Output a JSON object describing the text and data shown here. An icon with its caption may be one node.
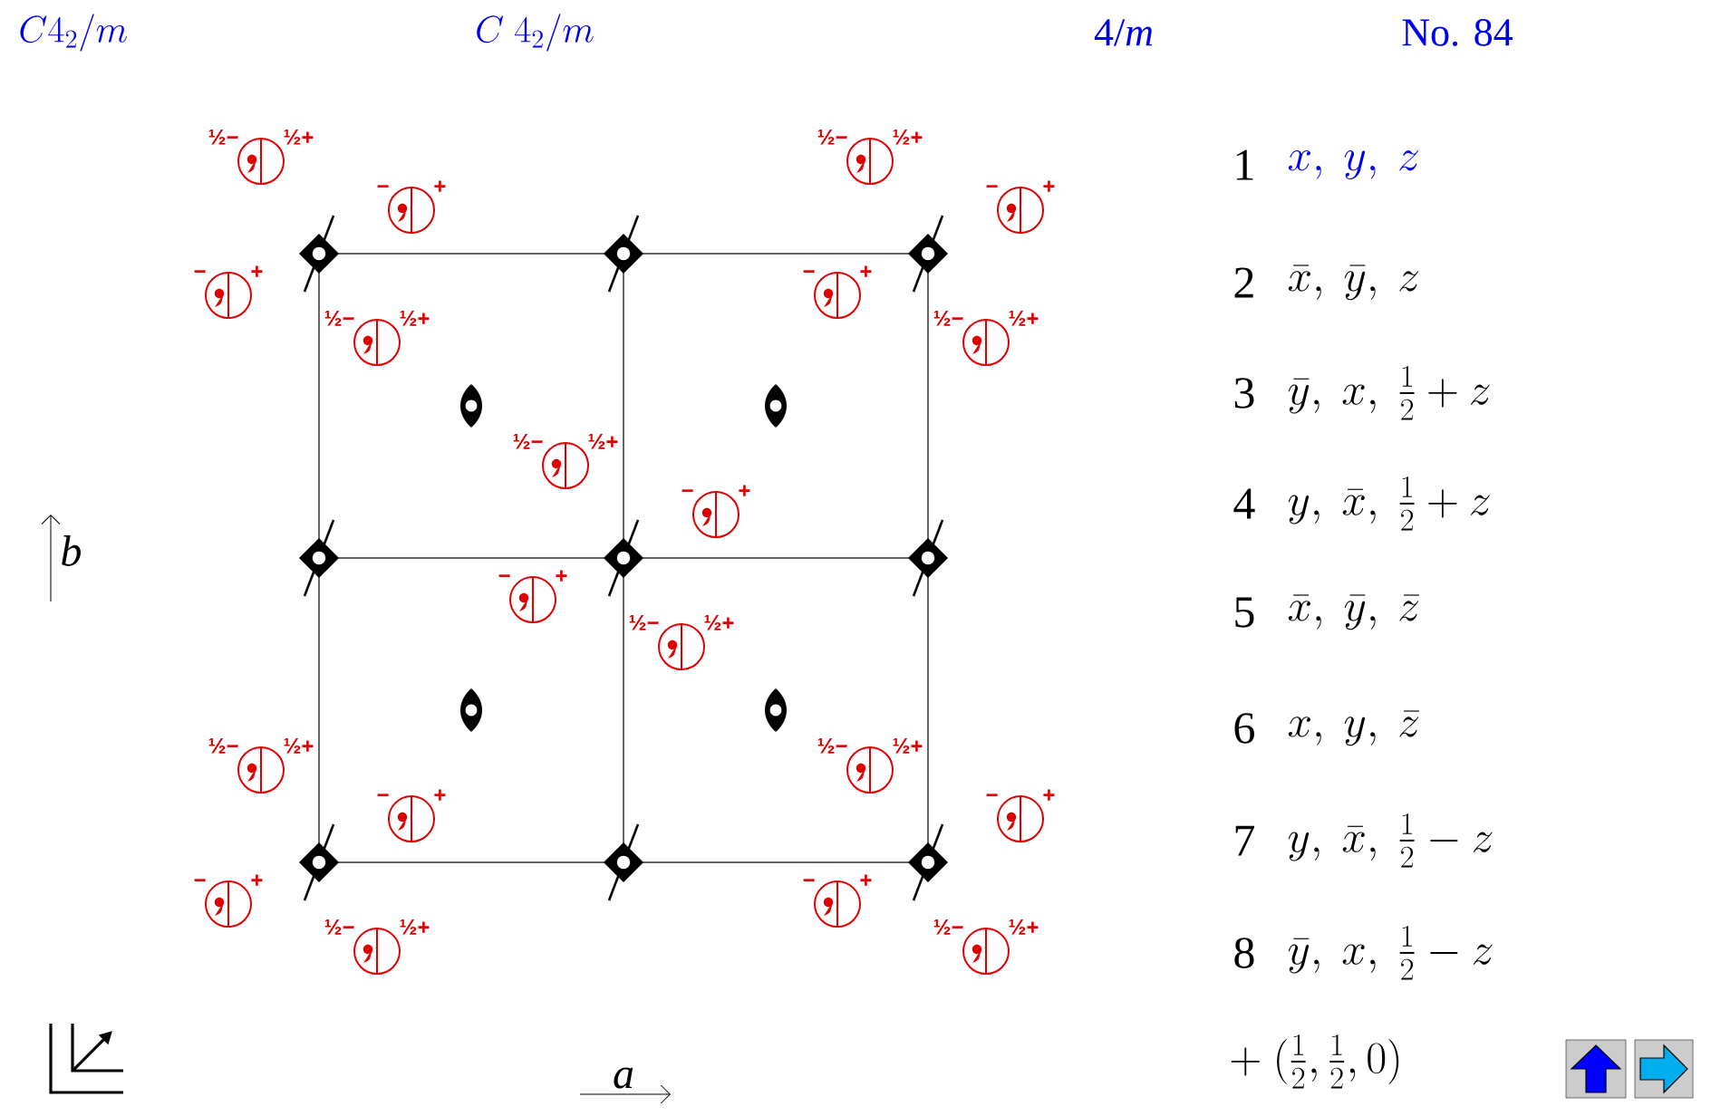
{
  "diagram": {
    "nodes": [
      {
        "text": [],
        "shape": "circle",
        "beside": [
          "½−",
          "½+"
        ]
      },
      {
        "text": [],
        "shape": "circle",
        "beside": [
          "½−",
          "½+"
        ]
      },
      {
        "text": [],
        "shape": "circle",
        "beside": [
          "−",
          "+"
        ]
      },
      {
        "text": [],
        "shape": "circle",
        "beside": [
          "−",
          "+"
        ]
      },
      {
        "text": [],
        "shape": "circle",
        "beside": [
          "−",
          "+"
        ]
      },
      {
        "text": [],
        "shape": "circle",
        "beside": [
          "−",
          "+"
        ]
      },
      {
        "text": [],
        "shape": "circle",
        "beside": [
          "½−",
          "½+"
        ]
      },
      {
        "text": [],
        "shape": "circle",
        "beside": [
          "½−",
          "½+"
        ]
      },
      {
        "text": [],
        "shape": "circle",
        "beside": [
          "½−",
          "½+"
        ]
      },
      {
        "text": [],
        "shape": "circle",
        "beside": [
          "−",
          "+"
        ]
      },
      {
        "text": [],
        "shape": "circle",
        "beside": [
          "−",
          "+"
        ]
      },
      {
        "text": [],
        "shape": "circle",
        "beside": [
          "½−",
          "½+"
        ]
      },
      {
        "text": [],
        "shape": "circle",
        "beside": [
          "½−",
          "½+"
        ]
      },
      {
        "text": [],
        "shape": "circle",
        "beside": [
          "½−",
          "½+"
        ]
      },
      {
        "text": [],
        "shape": "circle",
        "beside": [
          "−",
          "+"
        ]
      },
      {
        "text": [],
        "shape": "circle",
        "beside": [
          "−",
          "+"
        ]
      },
      {
        "text": [],
        "shape": "circle",
        "beside": [
          "−",
          "+"
        ]
      },
      {
        "text": [],
        "shape": "circle",
        "beside": [
          "−",
          "+"
        ]
      },
      {
        "text": [],
        "shape": "circle",
        "beside": [
          "½−",
          "½+"
        ]
      },
      {
        "text": [],
        "shape": "circle",
        "beside": [
          "½−",
          "½+"
        ]
      }
    ],
    "labels": [
      "C4_{2}/m",
      "C\\ 4_{2}/m",
      "4/*m*",
      "No. 84",
      "b",
      "1",
      "x,\\ y,\\ z",
      "2",
      "\\bar{x},\\ \\bar{y},\\ z",
      "3",
      "\\bar{y},\\ x,\\ \\tfrac{1}{2}+z",
      "4",
      "y,\\ \\bar{x},\\ \\tfrac{1}{2}+z",
      "5",
      "\\bar{x},\\ \\bar{y},\\ \\bar{z}",
      "6",
      "x,\\ y,\\ \\bar{z}",
      "7",
      "y,\\ \\bar{x},\\ \\tfrac{1}{2}-z",
      "8",
      "\\bar{y},\\ x,\\ \\tfrac{1}{2}-z",
      "a",
      "+\\ (\\tfrac{1}{2},\\tfrac{1}{2},0)"
    ]
  }
}
